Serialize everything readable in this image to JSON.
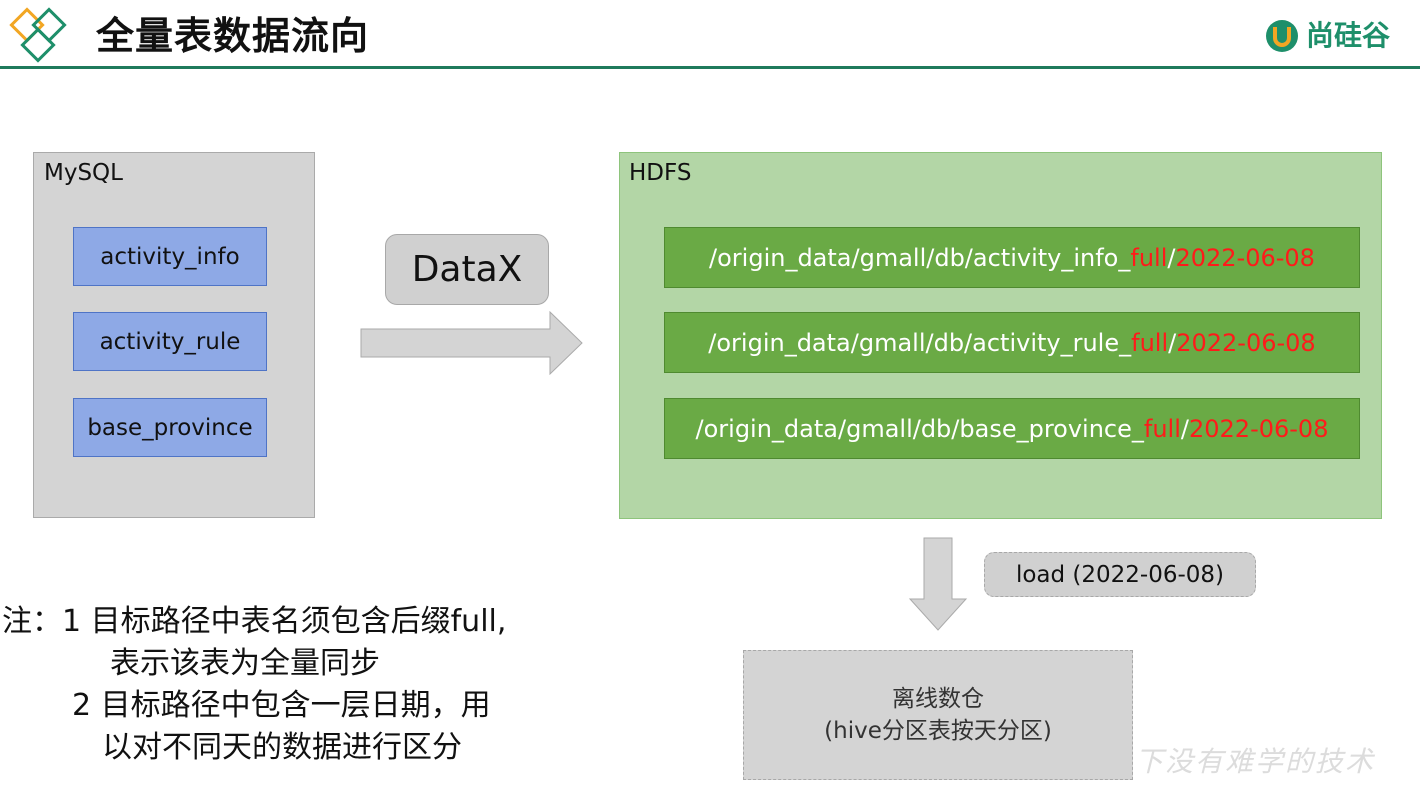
{
  "header": {
    "title": "全量表数据流向",
    "brand": "尚硅谷",
    "brand_mark": "U",
    "accent_color": "#1f7a5c",
    "diamond_colors": [
      "#f2a623",
      "#1e8f6a"
    ]
  },
  "mysql": {
    "label": "MySQL",
    "tables": [
      "activity_info",
      "activity_rule",
      "base_province"
    ]
  },
  "transfer": {
    "tool": "DataX"
  },
  "hdfs": {
    "label": "HDFS",
    "paths": [
      {
        "prefix": "/origin_data/gmall/db/activity_info_",
        "suffix": "full",
        "sep": "/",
        "date": "2022-06-08"
      },
      {
        "prefix": "/origin_data/gmall/db/activity_rule_",
        "suffix": "full",
        "sep": "/",
        "date": "2022-06-08"
      },
      {
        "prefix": "/origin_data/gmall/db/base_province_",
        "suffix": "full",
        "sep": "/",
        "date": "2022-06-08"
      }
    ]
  },
  "load": {
    "label": "load (2022-06-08)"
  },
  "warehouse": {
    "line1": "离线数仓",
    "line2": "(hive分区表按天分区)"
  },
  "notes": {
    "line1": "注：1 目标路径中表名须包含后缀full,",
    "line2": "表示该表为全量同步",
    "line3": "2 目标路径中包含一层日期，用",
    "line4": "以对不同天的数据进行区分"
  },
  "watermark": "下没有难学的技术",
  "colors": {
    "mysql_table_fill": "#8ea9e6",
    "hdfs_fill": "#b3d6a6",
    "path_fill": "#6aaa45",
    "highlight": "#ff1a1a"
  }
}
